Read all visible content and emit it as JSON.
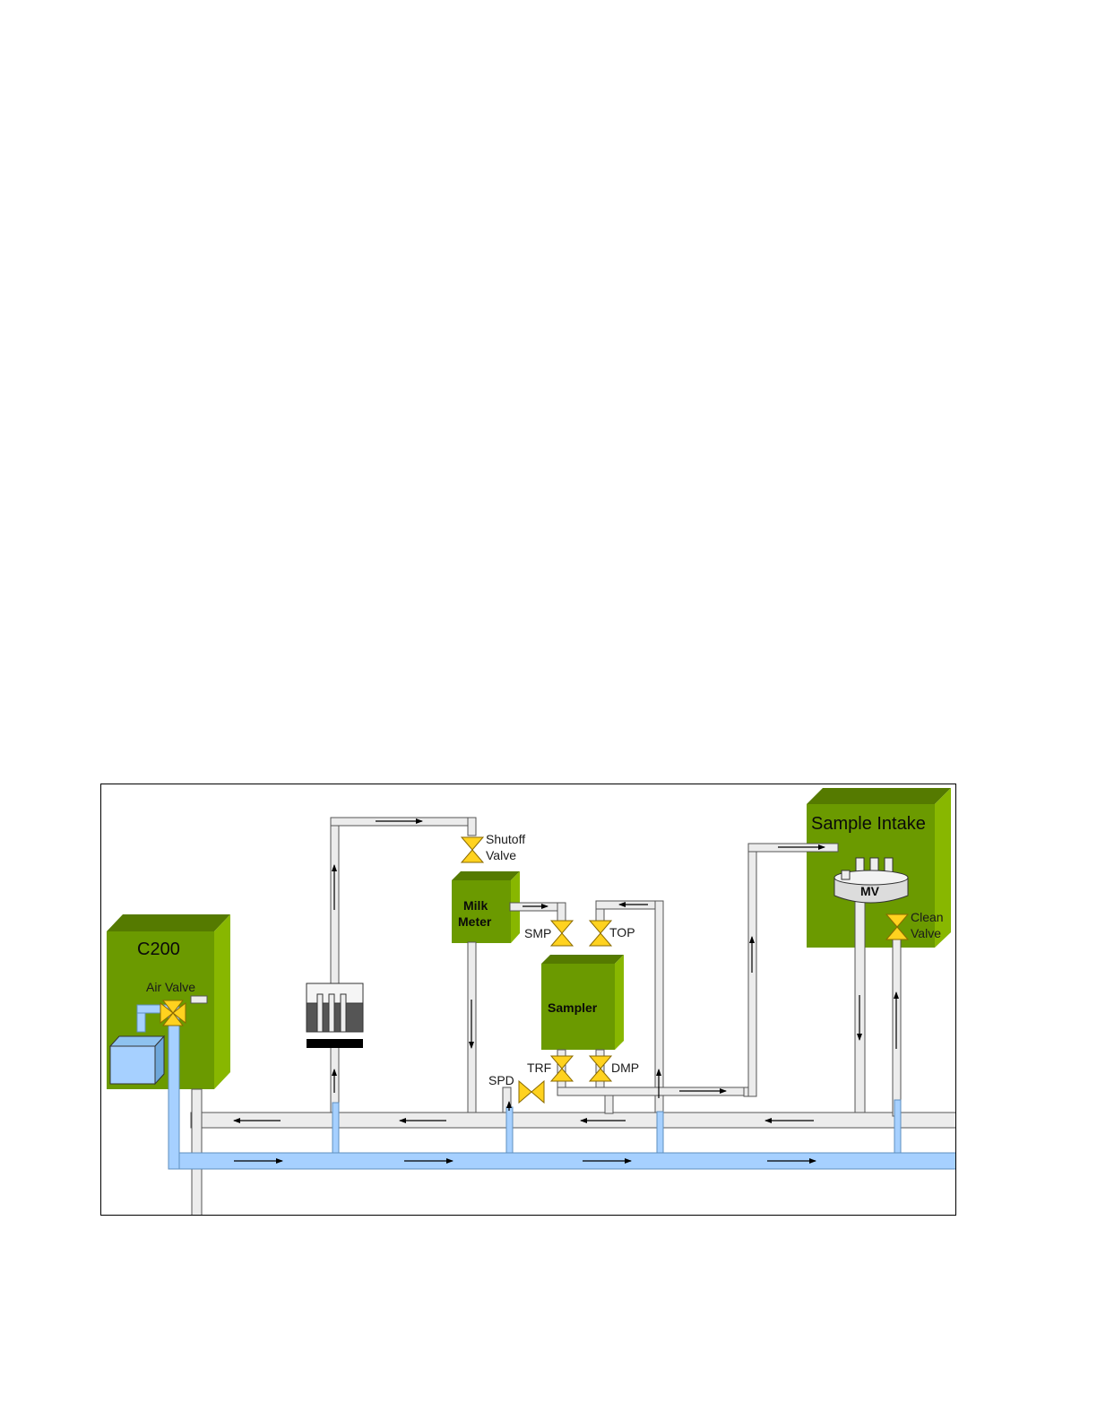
{
  "diagram": {
    "c200": {
      "label": "C200",
      "air_valve_label": "Air Valve"
    },
    "sample_intake": {
      "label": "Sample Intake",
      "mv_label": "MV",
      "clean_valve_label": [
        "Clean",
        "Valve"
      ]
    },
    "milk_meter": {
      "label": [
        "Milk",
        "Meter"
      ],
      "shutoff_valve_label": [
        "Shutoff",
        "Valve"
      ]
    },
    "sampler": {
      "label": "Sampler"
    },
    "valves": {
      "smp": "SMP",
      "top": "TOP",
      "trf": "TRF",
      "dmp": "DMP",
      "spd": "SPD"
    },
    "colors": {
      "box_front": "#6b9a00",
      "box_side": "#88b700",
      "box_top": "#557a00",
      "pipe_fill": "#ececec",
      "pipe_stroke": "#555555",
      "water": "#a6d0ff",
      "valve": "#ffd21f"
    }
  }
}
